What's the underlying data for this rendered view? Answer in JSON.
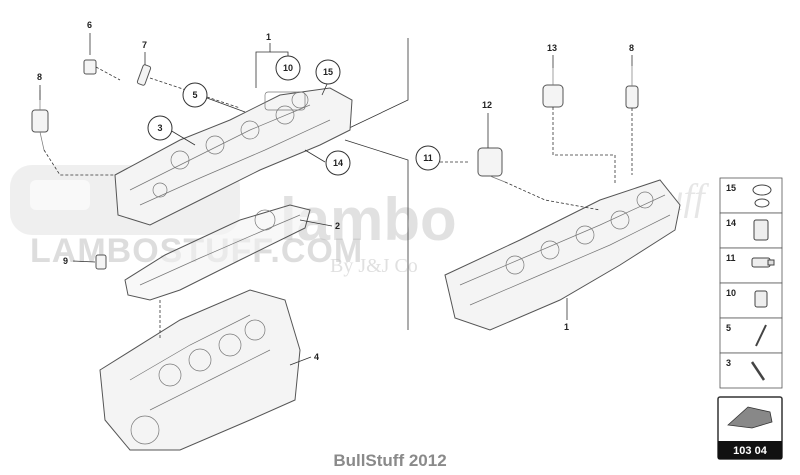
{
  "watermark": {
    "brand": "lambo",
    "script": "Stuff",
    "banner": "LAMBOSTUFF.COM",
    "byline": "By J&J Co"
  },
  "footer": "BullStuff 2012",
  "reference_code": "103 04",
  "callouts": {
    "p1_top": "1",
    "p1_right": "1",
    "p2": "2",
    "p3": "3",
    "p4": "4",
    "p5": "5",
    "p6": "6",
    "p7": "7",
    "p8_left": "8",
    "p8_right": "8",
    "p9": "9",
    "p10": "10",
    "p11": "11",
    "p12": "12",
    "p13": "13",
    "p14": "14",
    "p15": "15"
  },
  "legend": [
    "15",
    "14",
    "11",
    "10",
    "5",
    "3"
  ]
}
